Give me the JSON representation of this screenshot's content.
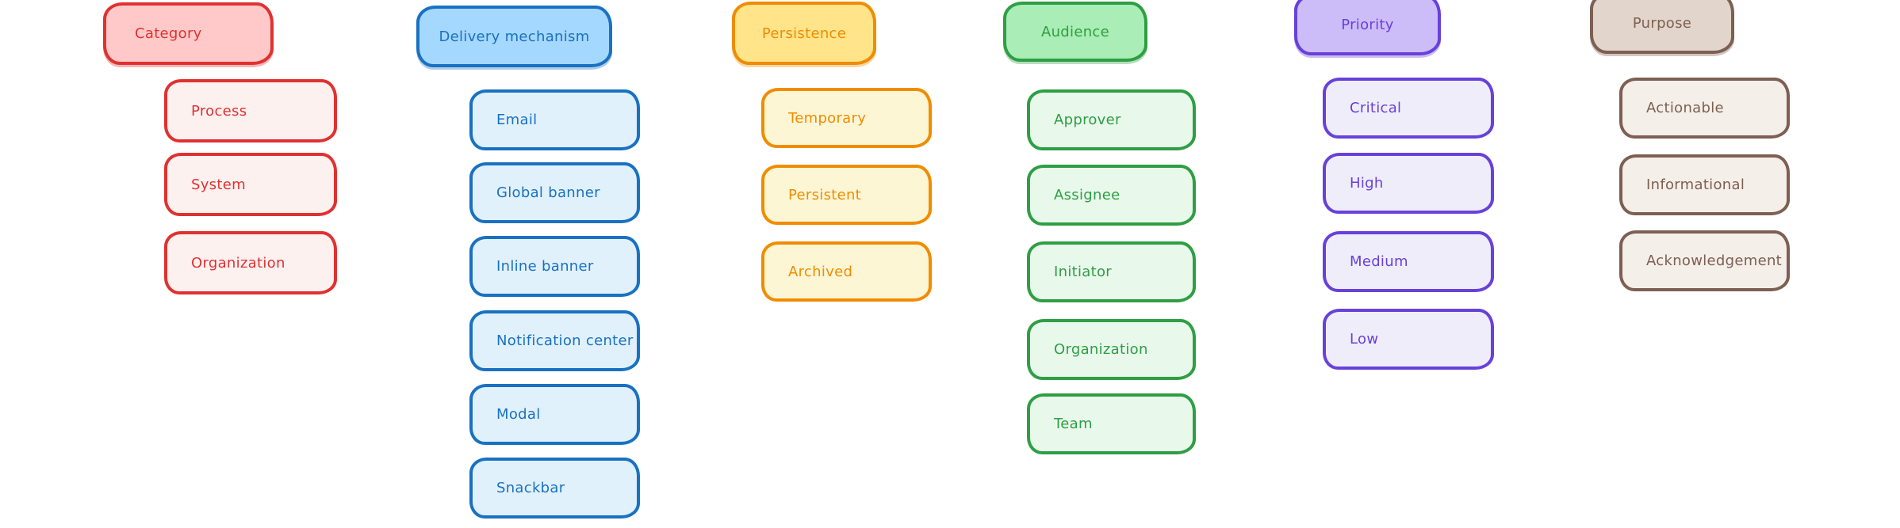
{
  "canvas": {
    "background": "#ffffff",
    "description": "Hand-drawn style taxonomy diagram with six color-coded columns of rounded boxes"
  },
  "columns": [
    {
      "label": "Category",
      "stroke": "#e03131",
      "header_fill": "#ffc9c9",
      "item_fill": "#fdf1f0",
      "items": [
        "Process",
        "System",
        "Organization"
      ]
    },
    {
      "label": "Delivery mechanism",
      "stroke": "#1971c2",
      "header_fill": "#a5d8ff",
      "item_fill": "#e1f1fc",
      "items": [
        "Email",
        "Global banner",
        "Inline banner",
        "Notification center",
        "Modal",
        "Snackbar"
      ]
    },
    {
      "label": "Persistence",
      "stroke": "#f08c00",
      "header_fill": "#ffe48a",
      "item_fill": "#fdf6d5",
      "items": [
        "Temporary",
        "Persistent",
        "Archived"
      ]
    },
    {
      "label": "Audience",
      "stroke": "#2f9e44",
      "header_fill": "#aaedb6",
      "item_fill": "#e8f9ec",
      "items": [
        "Approver",
        "Assignee",
        "Initiator",
        "Organization",
        "Team"
      ]
    },
    {
      "label": "Priority",
      "stroke": "#6741d9",
      "header_fill": "#ccbdf9",
      "item_fill": "#f0edfb",
      "items": [
        "Critical",
        "High",
        "Medium",
        "Low"
      ]
    },
    {
      "label": "Purpose",
      "stroke": "#7d5f53",
      "header_fill": "#e2d5cc",
      "item_fill": "#f5efe9",
      "items": [
        "Actionable",
        "Informational",
        "Acknowledgement"
      ]
    }
  ]
}
